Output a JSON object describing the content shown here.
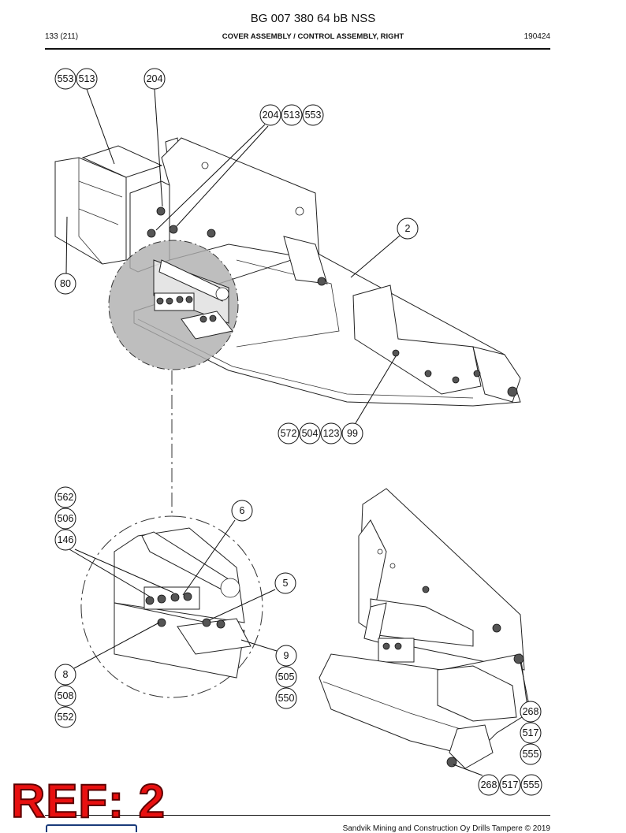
{
  "document": {
    "title": "BG 007 380 64 bB NSS",
    "page_number": "133 (211)",
    "section_title": "COVER ASSEMBLY / CONTROL ASSEMBLY, RIGHT",
    "date_code": "190424"
  },
  "footer": {
    "copyright": "Sandvik Mining and Construction Oy Drills Tampere © 2019"
  },
  "stamp": {
    "text": "REF: 2",
    "color": "#e81010"
  },
  "callouts": {
    "c553a": "553",
    "c513a": "513",
    "c204a": "204",
    "c204b": "204",
    "c513b": "513",
    "c553b": "553",
    "c2": "2",
    "c80": "80",
    "c572": "572",
    "c504": "504",
    "c123": "123",
    "c99": "99",
    "c562": "562",
    "c506": "506",
    "c146": "146",
    "c6": "6",
    "c5": "5",
    "c9": "9",
    "c505": "505",
    "c550": "550",
    "c8": "8",
    "c508": "508",
    "c552": "552",
    "c268a": "268",
    "c517a": "517",
    "c555a": "555",
    "c268b": "268",
    "c517b": "517",
    "c555b": "555"
  }
}
